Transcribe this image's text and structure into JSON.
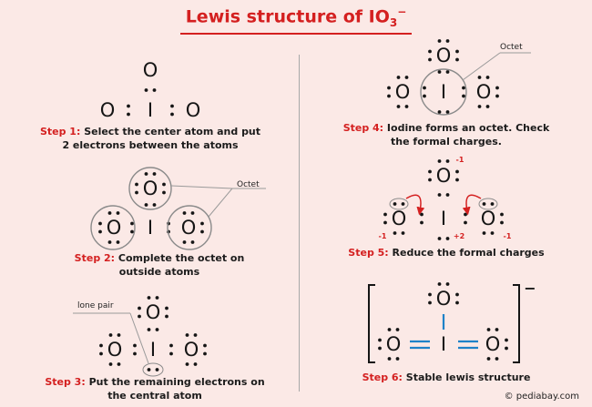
{
  "title": {
    "text": "Lewis structure of IO",
    "subscript": "3",
    "superscript": "−"
  },
  "atoms": {
    "oxygen": "O",
    "iodine": "I"
  },
  "steps": [
    {
      "number": "Step 1:",
      "text": " Select the center atom and put 2 electrons between the atoms"
    },
    {
      "number": "Step 2:",
      "text": " Complete the octet on outside atoms"
    },
    {
      "number": "Step 3:",
      "text": " Put the remaining electrons on the central atom"
    },
    {
      "number": "Step 4:",
      "text": " Iodine forms an octet. Check the formal charges."
    },
    {
      "number": "Step 5:",
      "text": " Reduce the formal charges"
    },
    {
      "number": "Step 6:",
      "text": " Stable lewis structure"
    }
  ],
  "labels": {
    "octet": "Octet",
    "lone_pair": "lone pair"
  },
  "formal_charges": {
    "top_oxygen": "-1",
    "left_oxygen": "-1",
    "right_oxygen": "-1",
    "iodine": "+2"
  },
  "ion_charge": "−",
  "watermark": "© pediabay.com",
  "colors": {
    "title": "#d42020",
    "step_number": "#d42020",
    "bond": "#1e82c8",
    "arrow": "#d42020",
    "background": "#fbe9e6"
  }
}
